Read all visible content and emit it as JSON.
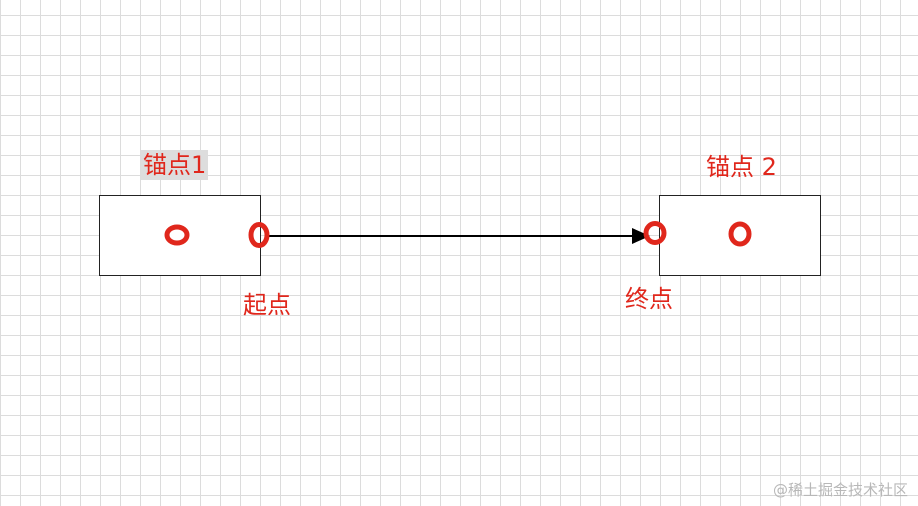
{
  "labels": {
    "anchor_1": "锚点1",
    "anchor_2": "锚点 2",
    "start": "起点",
    "end": "终点"
  },
  "watermark": "@稀土掘金技术社区",
  "colors": {
    "annotation": "#e0271c",
    "edge": "#000000",
    "node_border": "#222222",
    "grid": "#dcdcdc",
    "label_highlight": "#dddddd",
    "watermark": "#b8b8b8"
  }
}
